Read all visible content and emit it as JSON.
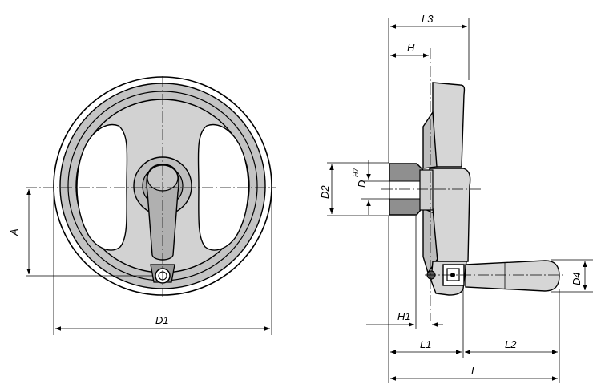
{
  "front_view": {
    "labels": {
      "A": "A",
      "D1": "D1"
    }
  },
  "side_view": {
    "labels": {
      "L3": "L3",
      "H": "H",
      "D2": "D2",
      "D": "D",
      "D_tolerance": "H7",
      "D4": "D4",
      "H1": "H1",
      "L1": "L1",
      "L2": "L2",
      "L": "L"
    }
  }
}
